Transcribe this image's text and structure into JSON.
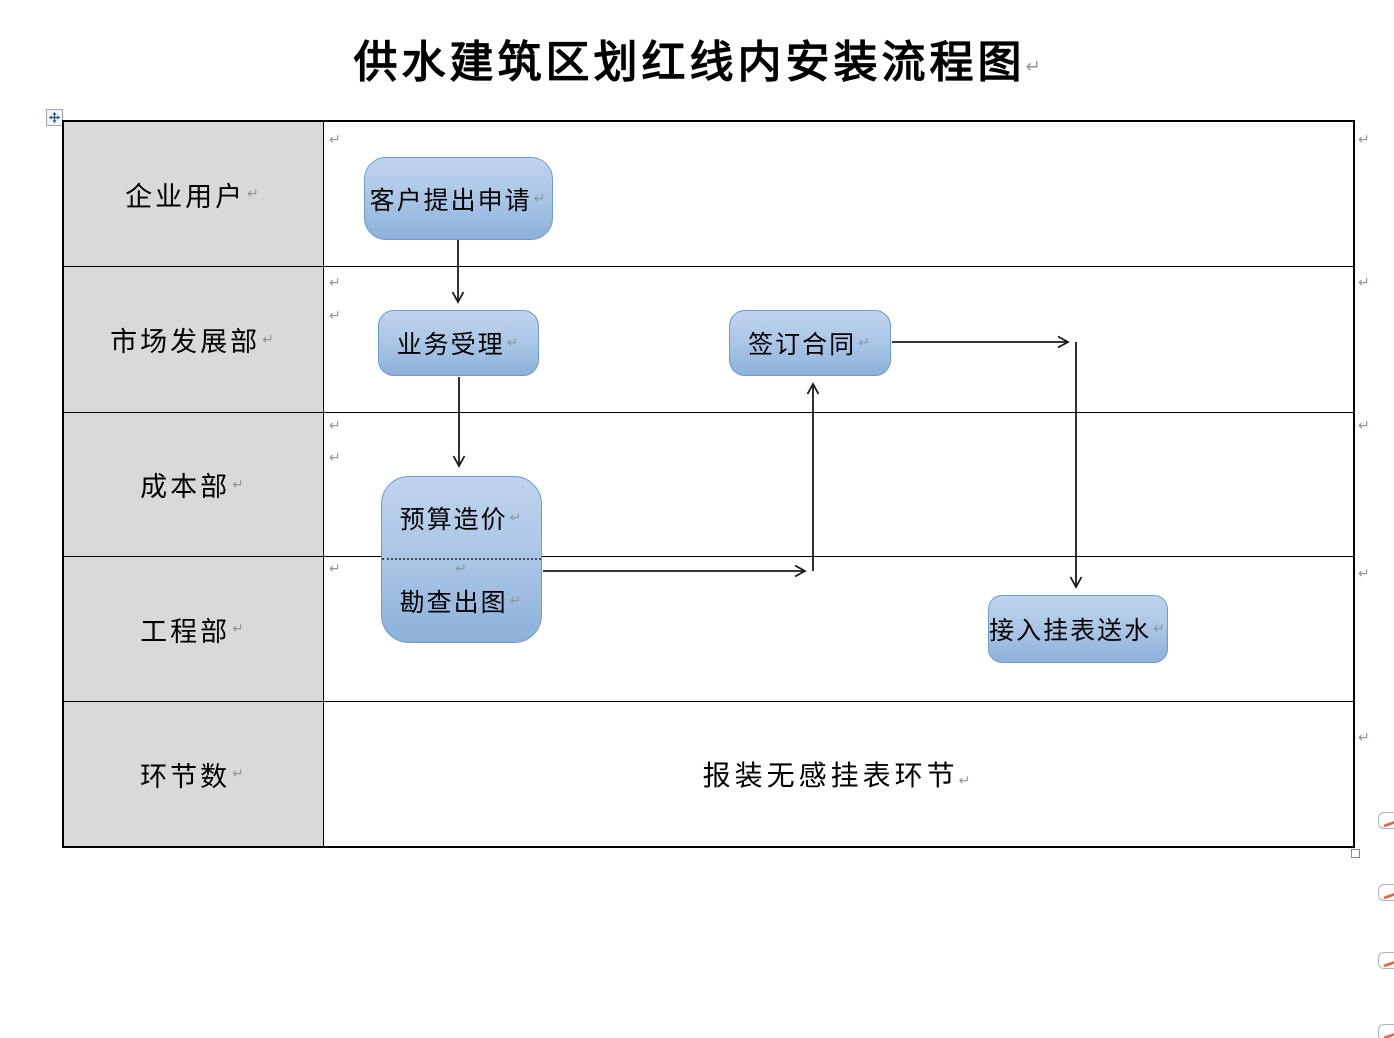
{
  "title": {
    "text": "供水建筑区划红线内安装流程图"
  },
  "swimlanes": {
    "rows": [
      {
        "label": "企业用户"
      },
      {
        "label": "市场发展部"
      },
      {
        "label": "成本部"
      },
      {
        "label": "工程部"
      },
      {
        "label": "环节数"
      }
    ]
  },
  "flowchart": {
    "nodes": {
      "apply": "客户提出申请",
      "accept": "业务受理",
      "contract": "签订合同",
      "budget": "预算造价",
      "survey": "勘查出图",
      "meter": "接入挂表送水"
    },
    "footer": "报装无感挂表环节"
  },
  "marks": {
    "pilcrow": "↵"
  },
  "colors": {
    "lane_fill": "#d9d9d9",
    "node_fill_top": "#bfd4ed",
    "node_fill_bottom": "#8db1da",
    "node_border": "#6f9bcb",
    "table_border": "#000000",
    "arrow": "#1a1a1a",
    "pilcrow_gray": "#8f979e",
    "annotation_orange": "#e8643c"
  }
}
